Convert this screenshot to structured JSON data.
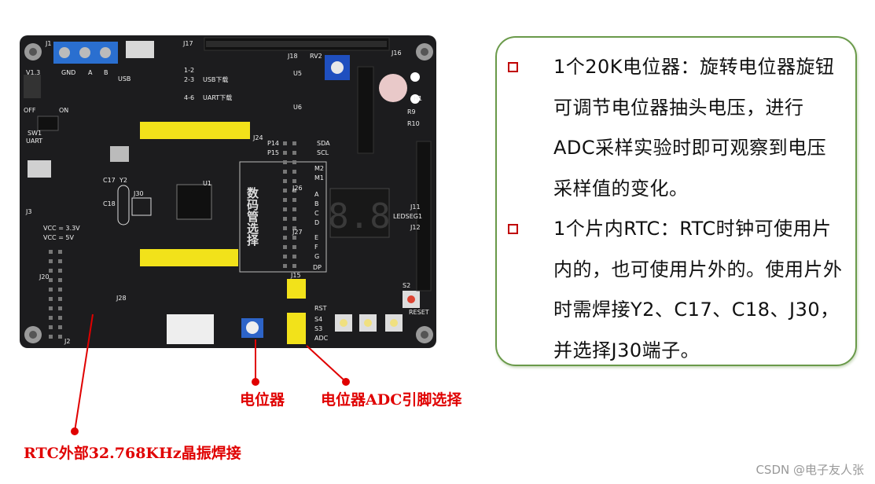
{
  "board": {
    "version": "V1.3",
    "silk": [
      "J1",
      "GND",
      "A",
      "B",
      "USB",
      "J17",
      "J18",
      "RV2",
      "J16",
      "1-2",
      "2-3",
      "4-6",
      "USB下载",
      "UART下载",
      "U5",
      "U6",
      "H1",
      "R9",
      "R10",
      "SDA",
      "SCL",
      "P14",
      "P15",
      "M2",
      "M1",
      "A",
      "B",
      "C",
      "D",
      "E",
      "F",
      "G",
      "DP",
      "J24",
      "J26",
      "J27",
      "J15",
      "U1",
      "Y2",
      "J30",
      "C17",
      "C18",
      "SW1",
      "UART",
      "ON",
      "OFF",
      "J3",
      "J20",
      "VCC = 3.3V",
      "VCC = 5V",
      "RST",
      "S3",
      "S4",
      "ADC",
      "S2",
      "RESET",
      "LEDSEG1",
      "J11",
      "J12",
      "J28",
      "J2",
      "数码管选择"
    ],
    "seg_display": "8.8"
  },
  "panel": {
    "bullets": [
      {
        "text": "1个20K电位器：旋转电位器旋钮可调节电位器抽头电压，进行ADC采样实验时即可观察到电压采样值的变化。"
      },
      {
        "text": "1个片内RTC：RTC时钟可使用片内的，也可使用片外的。使用片外时需焊接Y2、C17、C18、J30，并选择J30端子。"
      }
    ]
  },
  "annotations": {
    "potentiometer": "电位器",
    "adc_pin_select": "电位器ADC引脚选择",
    "rtc_crystal": "RTC外部32.768KHz晶振焊接"
  },
  "watermark": "CSDN @电子友人张",
  "colors": {
    "board": "#1c1c1e",
    "accent": "#e00000",
    "panel_border": "#6a9a4a",
    "header_yellow": "#f2e21a"
  }
}
